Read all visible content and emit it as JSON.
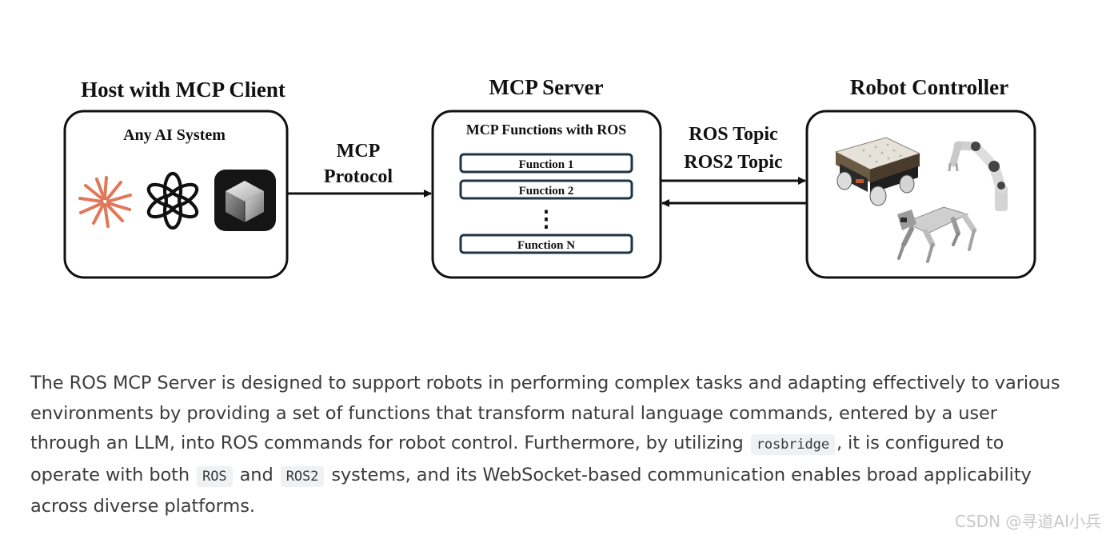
{
  "host": {
    "title": "Host with MCP Client",
    "subtitle": "Any AI System",
    "icons": [
      "claude-sparkle-icon",
      "openai-knot-icon",
      "cube-logo-icon"
    ]
  },
  "protocol": {
    "line1": "MCP",
    "line2": "Protocol"
  },
  "server": {
    "title": "MCP Server",
    "subtitle": "MCP Functions with ROS",
    "functions": [
      "Function 1",
      "Function 2",
      "Function N"
    ],
    "ellipsis": "⋮"
  },
  "topics": {
    "line1": "ROS Topic",
    "line2": "ROS2 Topic"
  },
  "robot": {
    "title": "Robot Controller",
    "images": [
      "mobile-robot-base-image",
      "robot-arm-image",
      "robot-dog-image"
    ]
  },
  "description": {
    "seg1": "The ROS MCP Server is designed to support robots in performing complex tasks and adapting effectively to various environments by providing a set of functions that transform natural language commands, entered by a user through an LLM, into ROS commands for robot control. Furthermore, by utilizing",
    "code1": "rosbridge",
    "seg2": ", it is configured to operate with both",
    "code2": "ROS",
    "seg3": "and",
    "code3": "ROS2",
    "seg4": "systems, and its WebSocket-based communication enables broad applicability across diverse platforms."
  },
  "watermark": "CSDN @寻道AI小兵",
  "colors": {
    "claude_orange": "#e0785a",
    "box_stroke": "#111111",
    "function_stroke": "#1f3444",
    "text": "#3c3c3c"
  }
}
